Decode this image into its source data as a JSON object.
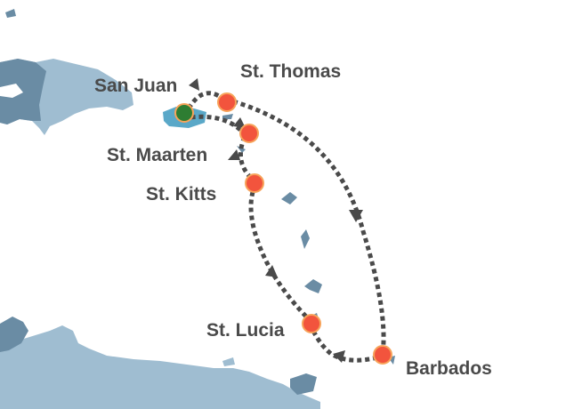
{
  "map": {
    "colors": {
      "sea": "#ffffff",
      "land_light": "#9fbdd1",
      "land_dark": "#6a8ca4",
      "puerto_rico": "#5aa8c8",
      "route": "#4a4a4a",
      "port_marker": "#f2543d",
      "port_marker_stroke": "#f7a35a",
      "home_port_marker": "#2e7d32",
      "label_text": "#4a4a4a"
    },
    "ports": [
      {
        "id": "san-juan",
        "label": "San Juan",
        "type": "home-port"
      },
      {
        "id": "st-thomas",
        "label": "St. Thomas",
        "type": "port"
      },
      {
        "id": "st-maarten",
        "label": "St. Maarten",
        "type": "port"
      },
      {
        "id": "st-kitts",
        "label": "St. Kitts",
        "type": "port"
      },
      {
        "id": "st-lucia",
        "label": "St. Lucia",
        "type": "port"
      },
      {
        "id": "barbados",
        "label": "Barbados",
        "type": "port"
      }
    ]
  }
}
